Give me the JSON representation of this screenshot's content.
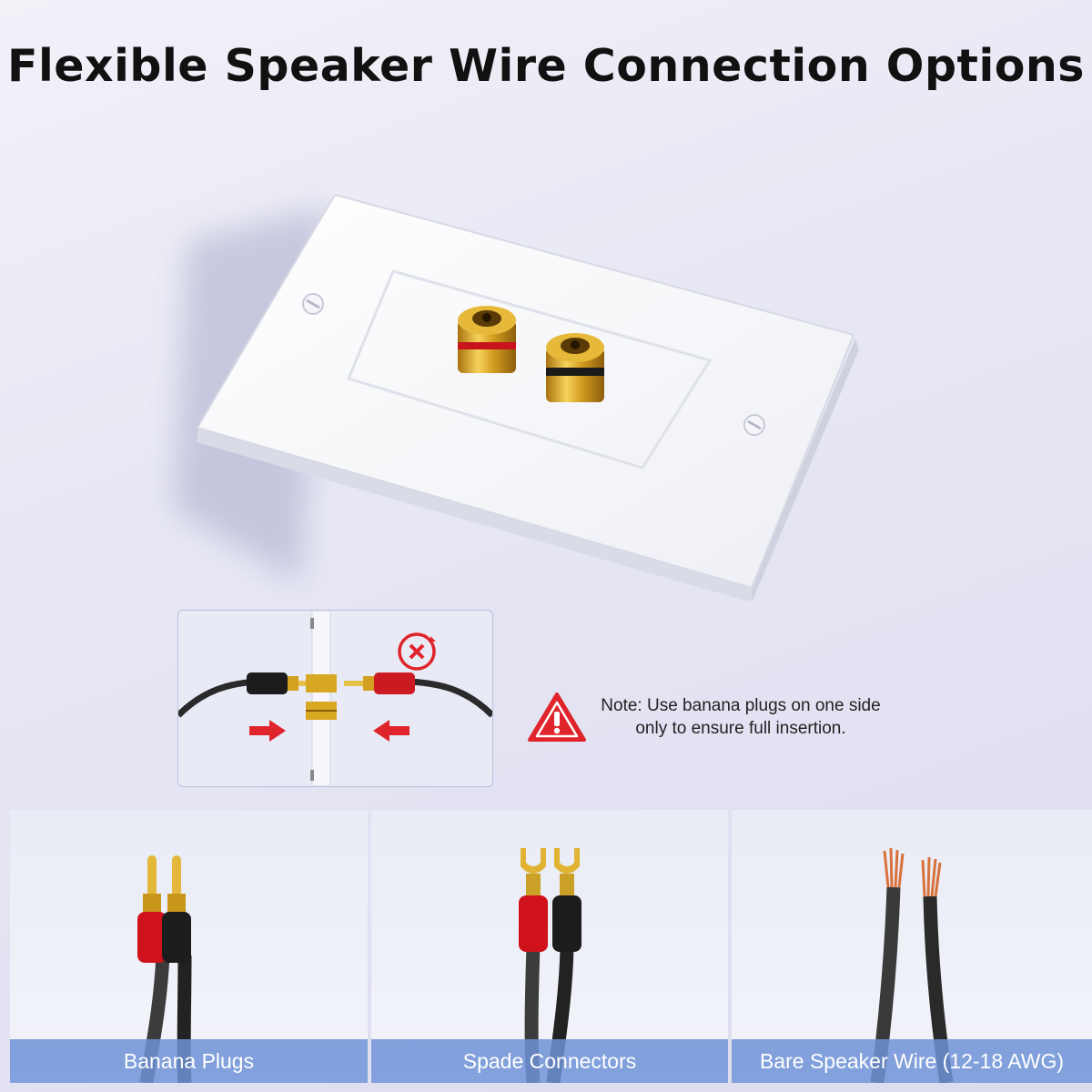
{
  "title": "Flexible Speaker Wire Connection Options",
  "note": {
    "text": "Note: Use banana plugs on one side only to ensure full insertion.",
    "icon": "warning-triangle-icon",
    "color": "#e0242b"
  },
  "inset": {
    "icons": [
      "prohibited-icon",
      "arrow-right-icon",
      "arrow-left-icon"
    ]
  },
  "connectors": [
    {
      "label": "Banana Plugs",
      "icon": "banana-plug-icon"
    },
    {
      "label": "Spade Connectors",
      "icon": "spade-connector-icon"
    },
    {
      "label": "Bare Speaker Wire (12-18 AWG)",
      "icon": "bare-wire-icon"
    }
  ],
  "colors": {
    "label_band": "#6e92d6",
    "gold": "#d8a822",
    "red": "#d0121c",
    "black": "#1c1c1c",
    "copper": "#d9713a"
  }
}
